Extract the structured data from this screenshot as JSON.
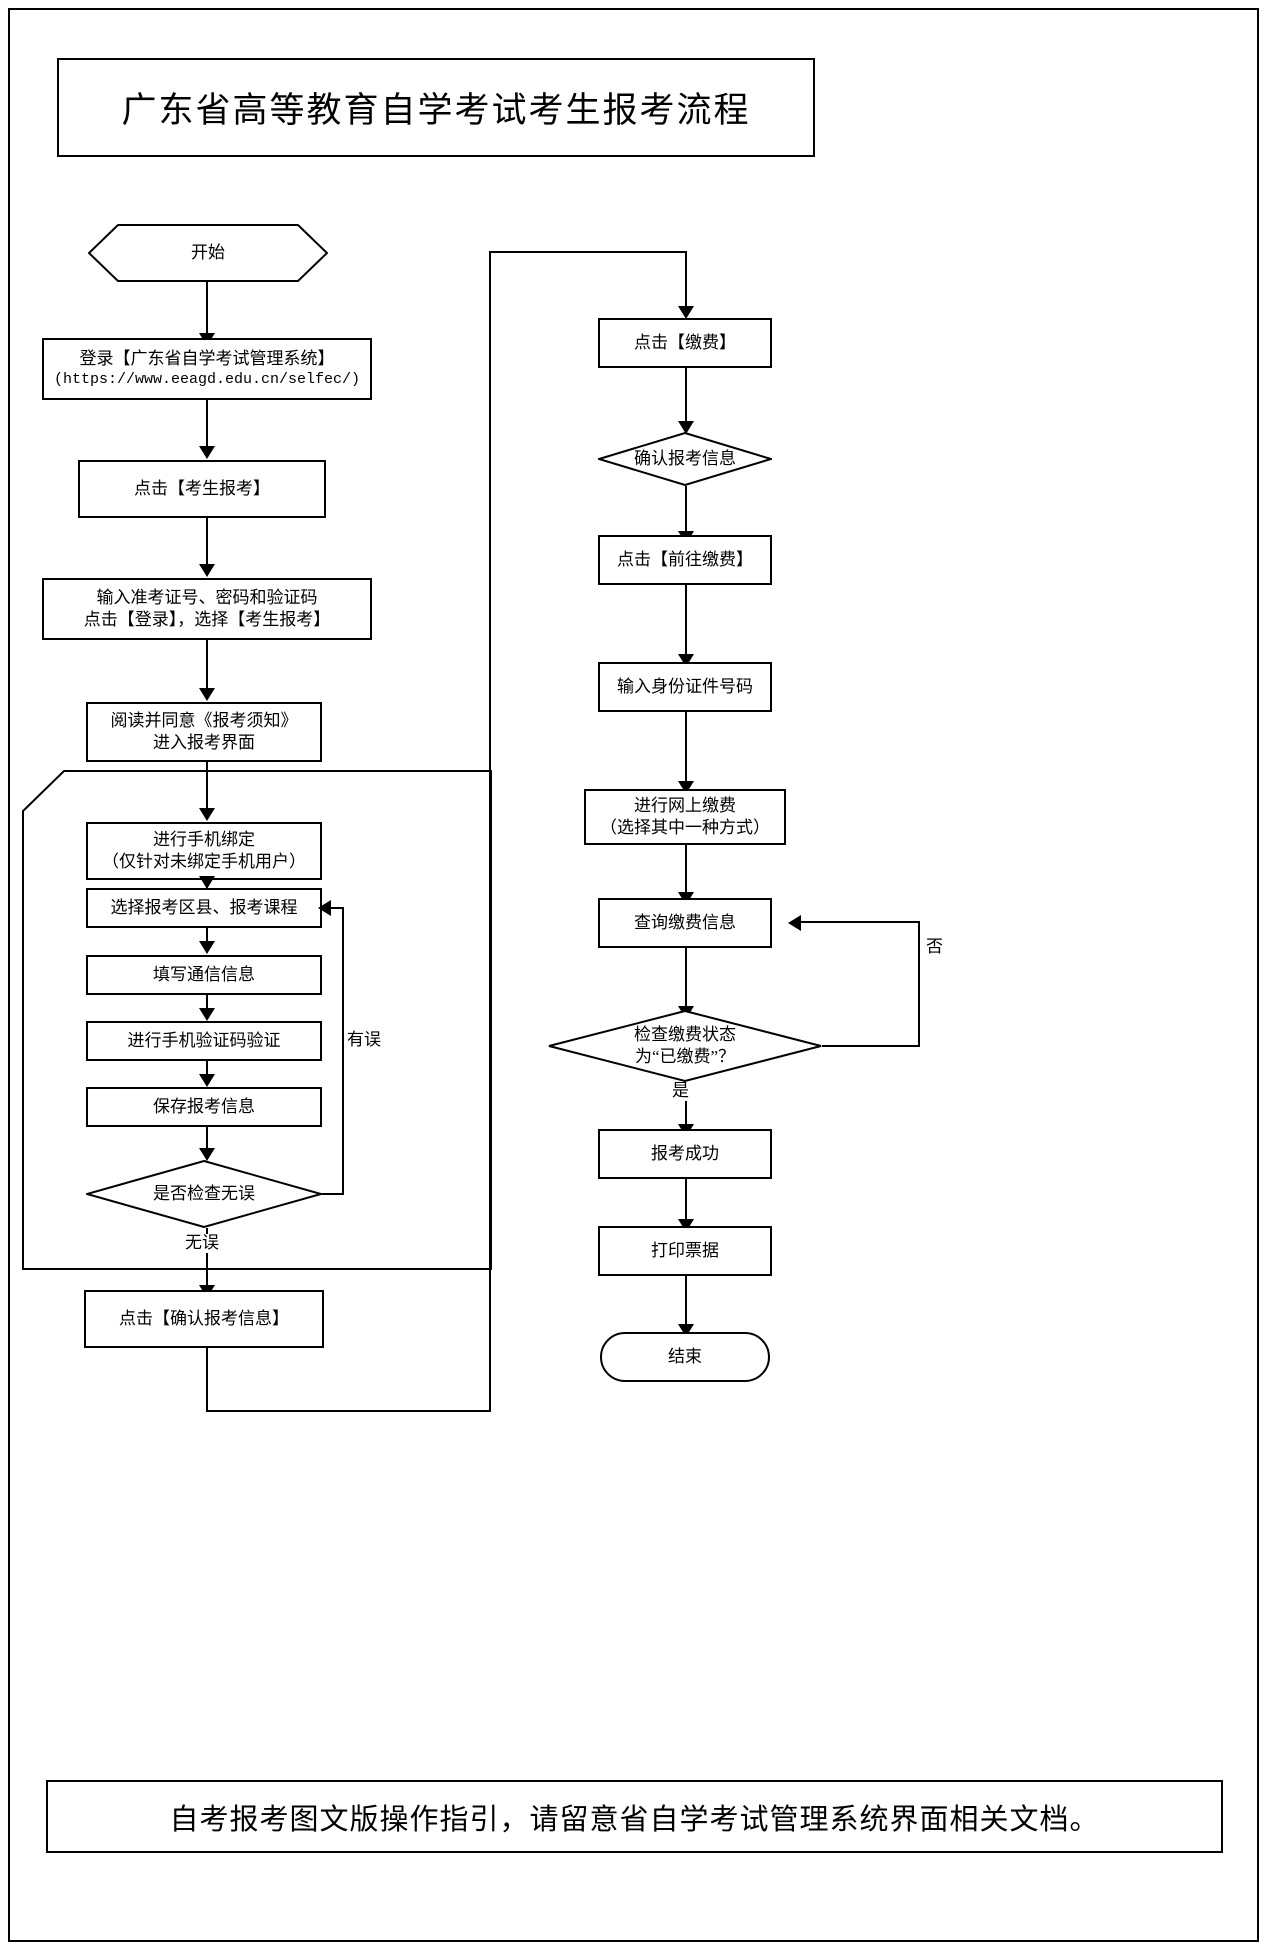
{
  "document": {
    "title": "广东省高等教育自学考试考生报考流程",
    "footer_note": "自考报考图文版操作指引，请留意省自学考试管理系统界面相关文档。"
  },
  "flow": {
    "left_column": {
      "start": {
        "label": "开始",
        "shape": "hexagon"
      },
      "login": {
        "line1": "登录【广东省自学考试管理系统】",
        "line2": "(https://www.eeagd.edu.cn/selfec/)",
        "shape": "rect"
      },
      "click_apply": {
        "label": "点击【考生报考】",
        "shape": "rect"
      },
      "enter_credentials": {
        "line1": "输入准考证号、密码和验证码",
        "line2": "点击【登录】，选择【考生报考】",
        "shape": "rect"
      },
      "read_agree": {
        "line1": "阅读并同意《报考须知》",
        "line2": "进入报考界面",
        "shape": "rect"
      },
      "bind_phone": {
        "line1": "进行手机绑定",
        "line2": "（仅针对未绑定手机用户）",
        "shape": "rect"
      },
      "select_district": {
        "label": "选择报考区县、报考课程",
        "shape": "rect"
      },
      "fill_contact": {
        "label": "填写通信信息",
        "shape": "rect"
      },
      "verify_sms": {
        "label": "进行手机验证码验证",
        "shape": "rect"
      },
      "save_info": {
        "label": "保存报考信息",
        "shape": "rect"
      },
      "check_decision": {
        "label": "是否检查无误",
        "shape": "diamond"
      },
      "confirm_click": {
        "label": "点击【确认报考信息】",
        "shape": "rect"
      },
      "edge_error": "有误",
      "edge_ok": "无误"
    },
    "right_column": {
      "click_pay": {
        "label": "点击【缴费】",
        "shape": "rect"
      },
      "confirm_info": {
        "label": "确认报考信息",
        "shape": "diamond"
      },
      "goto_pay": {
        "label": "点击【前往缴费】",
        "shape": "rect"
      },
      "enter_id": {
        "label": "输入身份证件号码",
        "shape": "rect"
      },
      "online_pay": {
        "line1": "进行网上缴费",
        "line2": "（选择其中一种方式）",
        "shape": "rect"
      },
      "query_pay": {
        "label": "查询缴费信息",
        "shape": "rect"
      },
      "pay_status_decision": {
        "line1": "检查缴费状态",
        "line2": "为“已缴费”？",
        "shape": "diamond"
      },
      "success": {
        "label": "报考成功",
        "shape": "rect"
      },
      "print_receipt": {
        "label": "打印票据",
        "shape": "rect"
      },
      "end": {
        "label": "结束",
        "shape": "stadium"
      },
      "edge_no": "否",
      "edge_yes": "是"
    }
  },
  "colors": {
    "stroke": "#000000",
    "background": "#ffffff"
  }
}
